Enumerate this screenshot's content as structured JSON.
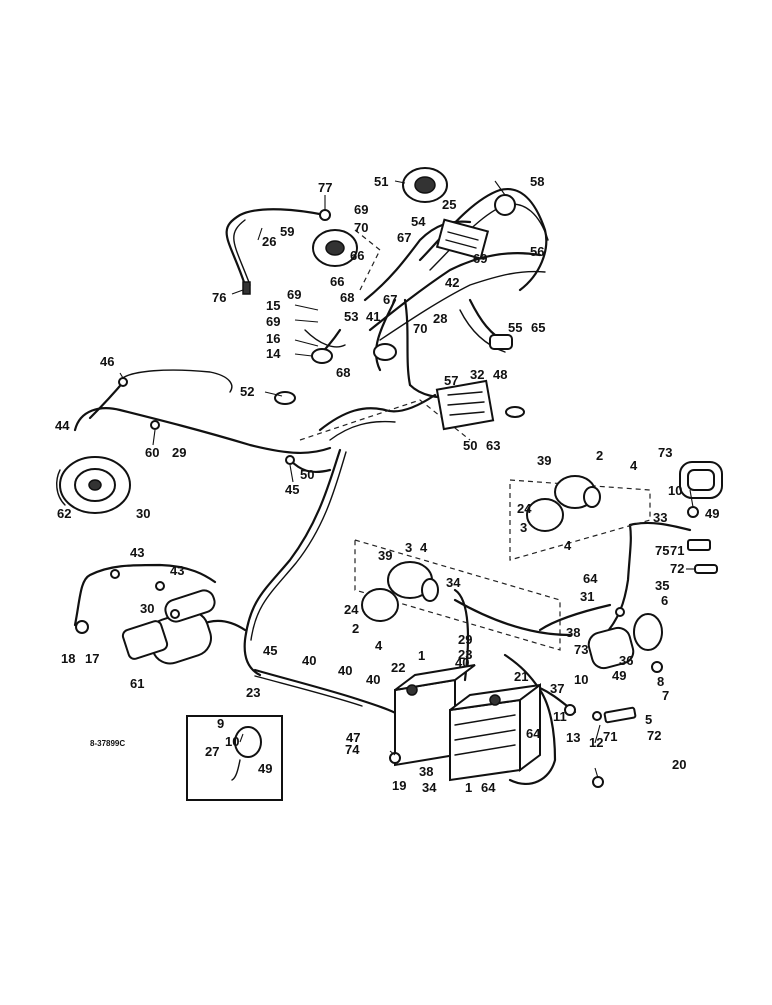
{
  "diagram_code": "8-37899C",
  "callouts": [
    {
      "id": "c77",
      "text": "77"
    },
    {
      "id": "c51",
      "text": "51"
    },
    {
      "id": "c58",
      "text": "58"
    },
    {
      "id": "c69a",
      "text": "69"
    },
    {
      "id": "c70a",
      "text": "70"
    },
    {
      "id": "c25",
      "text": "25"
    },
    {
      "id": "c54",
      "text": "54"
    },
    {
      "id": "c67a",
      "text": "67"
    },
    {
      "id": "c26",
      "text": "26"
    },
    {
      "id": "c59",
      "text": "59"
    },
    {
      "id": "c66a",
      "text": "66"
    },
    {
      "id": "c69b",
      "text": "69"
    },
    {
      "id": "c56",
      "text": "56"
    },
    {
      "id": "c66b",
      "text": "66"
    },
    {
      "id": "c67b",
      "text": "67"
    },
    {
      "id": "c42",
      "text": "42"
    },
    {
      "id": "c76",
      "text": "76"
    },
    {
      "id": "c69c",
      "text": "69"
    },
    {
      "id": "c68a",
      "text": "68"
    },
    {
      "id": "c15",
      "text": "15"
    },
    {
      "id": "c69d",
      "text": "69"
    },
    {
      "id": "c53",
      "text": "53"
    },
    {
      "id": "c41",
      "text": "41"
    },
    {
      "id": "c70b",
      "text": "70"
    },
    {
      "id": "c28",
      "text": "28"
    },
    {
      "id": "c55",
      "text": "55"
    },
    {
      "id": "c65",
      "text": "65"
    },
    {
      "id": "c16",
      "text": "16"
    },
    {
      "id": "c14",
      "text": "14"
    },
    {
      "id": "c68b",
      "text": "68"
    },
    {
      "id": "c46",
      "text": "46"
    },
    {
      "id": "c57",
      "text": "57"
    },
    {
      "id": "c32",
      "text": "32"
    },
    {
      "id": "c48",
      "text": "48"
    },
    {
      "id": "c52",
      "text": "52"
    },
    {
      "id": "c44",
      "text": "44"
    },
    {
      "id": "c60",
      "text": "60"
    },
    {
      "id": "c29",
      "text": "29"
    },
    {
      "id": "c50a",
      "text": "50"
    },
    {
      "id": "c63",
      "text": "63"
    },
    {
      "id": "c50b",
      "text": "50"
    },
    {
      "id": "c45a",
      "text": "45"
    },
    {
      "id": "c62",
      "text": "62"
    },
    {
      "id": "c30a",
      "text": "30"
    },
    {
      "id": "c73a",
      "text": "73"
    },
    {
      "id": "c39a",
      "text": "39"
    },
    {
      "id": "c2a",
      "text": "2"
    },
    {
      "id": "c4a",
      "text": "4"
    },
    {
      "id": "c10a",
      "text": "10"
    },
    {
      "id": "c24a",
      "text": "24"
    },
    {
      "id": "c3a",
      "text": "3"
    },
    {
      "id": "c49a",
      "text": "49"
    },
    {
      "id": "c33",
      "text": "33"
    },
    {
      "id": "c4b",
      "text": "4"
    },
    {
      "id": "c75",
      "text": "75"
    },
    {
      "id": "c71a",
      "text": "71"
    },
    {
      "id": "c72a",
      "text": "72"
    },
    {
      "id": "c43a",
      "text": "43"
    },
    {
      "id": "c43b",
      "text": "43"
    },
    {
      "id": "c39b",
      "text": "39"
    },
    {
      "id": "c3b",
      "text": "3"
    },
    {
      "id": "c4c",
      "text": "4"
    },
    {
      "id": "c34a",
      "text": "34"
    },
    {
      "id": "c35",
      "text": "35"
    },
    {
      "id": "c64a",
      "text": "64"
    },
    {
      "id": "c6",
      "text": "6"
    },
    {
      "id": "c24b",
      "text": "24"
    },
    {
      "id": "c31",
      "text": "31"
    },
    {
      "id": "c30b",
      "text": "30"
    },
    {
      "id": "c2b",
      "text": "2"
    },
    {
      "id": "c38a",
      "text": "38"
    },
    {
      "id": "c4d",
      "text": "4"
    },
    {
      "id": "c29b",
      "text": "29"
    },
    {
      "id": "c73b",
      "text": "73"
    },
    {
      "id": "c18",
      "text": "18"
    },
    {
      "id": "c17",
      "text": "17"
    },
    {
      "id": "c23a",
      "text": "23"
    },
    {
      "id": "c36",
      "text": "36"
    },
    {
      "id": "c45b",
      "text": "45"
    },
    {
      "id": "c40a",
      "text": "40"
    },
    {
      "id": "c40b",
      "text": "40"
    },
    {
      "id": "c1a",
      "text": "1"
    },
    {
      "id": "c40c",
      "text": "40"
    },
    {
      "id": "c21",
      "text": "21"
    },
    {
      "id": "c8",
      "text": "8"
    },
    {
      "id": "c61",
      "text": "61"
    },
    {
      "id": "c22",
      "text": "22"
    },
    {
      "id": "c37",
      "text": "37"
    },
    {
      "id": "c10b",
      "text": "10"
    },
    {
      "id": "c49b",
      "text": "49"
    },
    {
      "id": "c7",
      "text": "7"
    },
    {
      "id": "c23b",
      "text": "23"
    },
    {
      "id": "c40d",
      "text": "40"
    },
    {
      "id": "c9",
      "text": "9"
    },
    {
      "id": "c11",
      "text": "11"
    },
    {
      "id": "c5",
      "text": "5"
    },
    {
      "id": "c47",
      "text": "47"
    },
    {
      "id": "c10c",
      "text": "10"
    },
    {
      "id": "c64b",
      "text": "64"
    },
    {
      "id": "c13",
      "text": "13"
    },
    {
      "id": "c12",
      "text": "12"
    },
    {
      "id": "c71b",
      "text": "71"
    },
    {
      "id": "c72b",
      "text": "72"
    },
    {
      "id": "c27",
      "text": "27"
    },
    {
      "id": "c49c",
      "text": "49"
    },
    {
      "id": "c74",
      "text": "74"
    },
    {
      "id": "c20",
      "text": "20"
    },
    {
      "id": "c38b",
      "text": "38"
    },
    {
      "id": "c19",
      "text": "19"
    },
    {
      "id": "c34b",
      "text": "34"
    },
    {
      "id": "c1b",
      "text": "1"
    },
    {
      "id": "c64c",
      "text": "64"
    }
  ]
}
